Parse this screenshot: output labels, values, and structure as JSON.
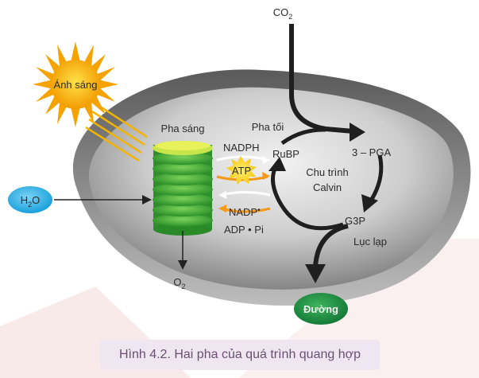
{
  "labels": {
    "light": "Ánh sáng",
    "water": "H",
    "water_sub": "2",
    "water_tail": "O",
    "co2_main": "CO",
    "co2_sub": "2",
    "o2_main": "O",
    "o2_sub": "2",
    "light_phase": "Pha sáng",
    "dark_phase": "Pha tối",
    "nadph": "NADPH",
    "atp": "ATP",
    "nadp": "NADP",
    "nadp_dot": "•",
    "adp_pi": "ADP • Pi",
    "rubp": "RuBP",
    "pga": "3 – PGA",
    "calvin_1": "Chu trình",
    "calvin_2": "Calvin",
    "g3p": "G3P",
    "chloroplast": "Lục lạp",
    "sugar": "Đường"
  },
  "caption": "Hình 4.2. Hai pha của quá trình quang hợp",
  "colors": {
    "grana": "#3aa335",
    "sun": "#f6a400",
    "water": "#2ab3e8",
    "sugar": "#1e8a44",
    "caption_bg": "#efe6f1",
    "caption_text": "#6a4f72"
  }
}
